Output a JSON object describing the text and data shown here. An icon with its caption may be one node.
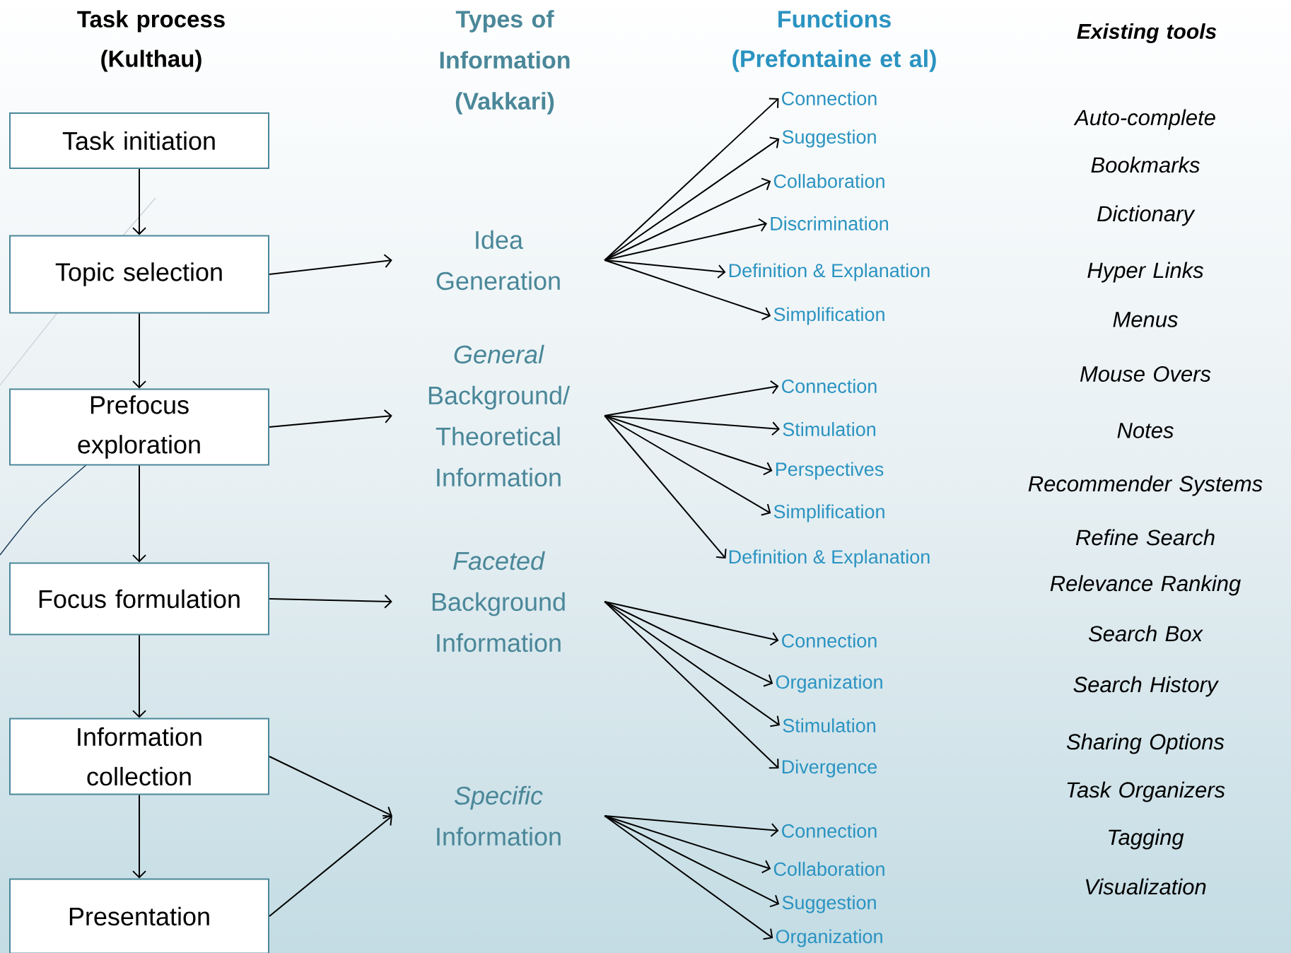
{
  "diagram": {
    "nodes": [
      {
        "text": [
          "Task initiation"
        ]
      },
      {
        "text": [
          "Topic selection"
        ]
      },
      {
        "text": [
          "Prefocus exploration"
        ]
      },
      {
        "text": [
          "Focus formulation"
        ]
      },
      {
        "text": [
          "Information collection"
        ]
      },
      {
        "text": [
          "Presentation"
        ]
      },
      {
        "text": [
          "Idea Generation"
        ]
      },
      {
        "text": [
          "*General* Background/ Theoretical Information"
        ]
      },
      {
        "text": [
          "*Faceted* Background Information"
        ]
      },
      {
        "text": [
          "*Specific* Information"
        ]
      },
      {
        "text": [
          "Connection"
        ]
      },
      {
        "text": [
          "Suggestion"
        ]
      },
      {
        "text": [
          "Collaboration"
        ]
      },
      {
        "text": [
          "Discrimination"
        ]
      },
      {
        "text": [
          "Definition & Explanation"
        ]
      },
      {
        "text": [
          "Simplification"
        ]
      },
      {
        "text": [
          "Connection"
        ]
      },
      {
        "text": [
          "Stimulation"
        ]
      },
      {
        "text": [
          "Perspectives"
        ]
      },
      {
        "text": [
          "Simplification"
        ]
      },
      {
        "text": [
          "Definition & Explanation"
        ]
      },
      {
        "text": [
          "Connection"
        ]
      },
      {
        "text": [
          "Organization"
        ]
      },
      {
        "text": [
          "Stimulation"
        ]
      },
      {
        "text": [
          "Divergence"
        ]
      },
      {
        "text": [
          "Connection"
        ]
      },
      {
        "text": [
          "Collaboration"
        ]
      },
      {
        "text": [
          "Suggestion"
        ]
      },
      {
        "text": [
          "Organization"
        ]
      }
    ],
    "edges": [
      {
        "from": 0,
        "to": 1,
        "arrow": "to"
      },
      {
        "from": 1,
        "to": 2,
        "arrow": "to"
      },
      {
        "from": 2,
        "to": 3,
        "arrow": "to"
      },
      {
        "from": 3,
        "to": 4,
        "arrow": "to"
      },
      {
        "from": 4,
        "to": 5,
        "arrow": "to"
      },
      {
        "from": 1,
        "to": 6,
        "arrow": "to"
      },
      {
        "from": 2,
        "to": 7,
        "arrow": "to"
      },
      {
        "from": 3,
        "to": 8,
        "arrow": "to"
      },
      {
        "from": 4,
        "to": 9,
        "arrow": "to"
      },
      {
        "from": 5,
        "to": 9,
        "arrow": "to"
      },
      {
        "from": 6,
        "to": 10,
        "arrow": "to"
      },
      {
        "from": 6,
        "to": 11,
        "arrow": "to"
      },
      {
        "from": 6,
        "to": 12,
        "arrow": "to"
      },
      {
        "from": 6,
        "to": 13,
        "arrow": "to"
      },
      {
        "from": 6,
        "to": 14,
        "arrow": "to"
      },
      {
        "from": 6,
        "to": 15,
        "arrow": "to"
      },
      {
        "from": 7,
        "to": 16,
        "arrow": "to"
      },
      {
        "from": 7,
        "to": 17,
        "arrow": "to"
      },
      {
        "from": 7,
        "to": 18,
        "arrow": "to"
      },
      {
        "from": 7,
        "to": 19,
        "arrow": "to"
      },
      {
        "from": 7,
        "to": 20,
        "arrow": "to"
      },
      {
        "from": 8,
        "to": 21,
        "arrow": "to"
      },
      {
        "from": 8,
        "to": 22,
        "arrow": "to"
      },
      {
        "from": 8,
        "to": 23,
        "arrow": "to"
      },
      {
        "from": 8,
        "to": 24,
        "arrow": "to"
      },
      {
        "from": 9,
        "to": 25,
        "arrow": "to"
      },
      {
        "from": 9,
        "to": 26,
        "arrow": "to"
      },
      {
        "from": 9,
        "to": 27,
        "arrow": "to"
      },
      {
        "from": 9,
        "to": 28,
        "arrow": "to"
      }
    ],
    "labels": [
      "Task process (Kulthau)",
      "Types of Information (Vakkari)",
      "Functions (Prefontaine et al)",
      "Existing tools",
      "Auto-complete",
      "Bookmarks",
      "Dictionary",
      "Hyper Links",
      "Menus",
      "Mouse Overs",
      "Notes",
      "Recommender Systems",
      "Refine Search",
      "Relevance Ranking",
      "Search Box",
      "Search History",
      "Sharing Options",
      "Task Organizers",
      "Tagging",
      "Visualization"
    ]
  }
}
